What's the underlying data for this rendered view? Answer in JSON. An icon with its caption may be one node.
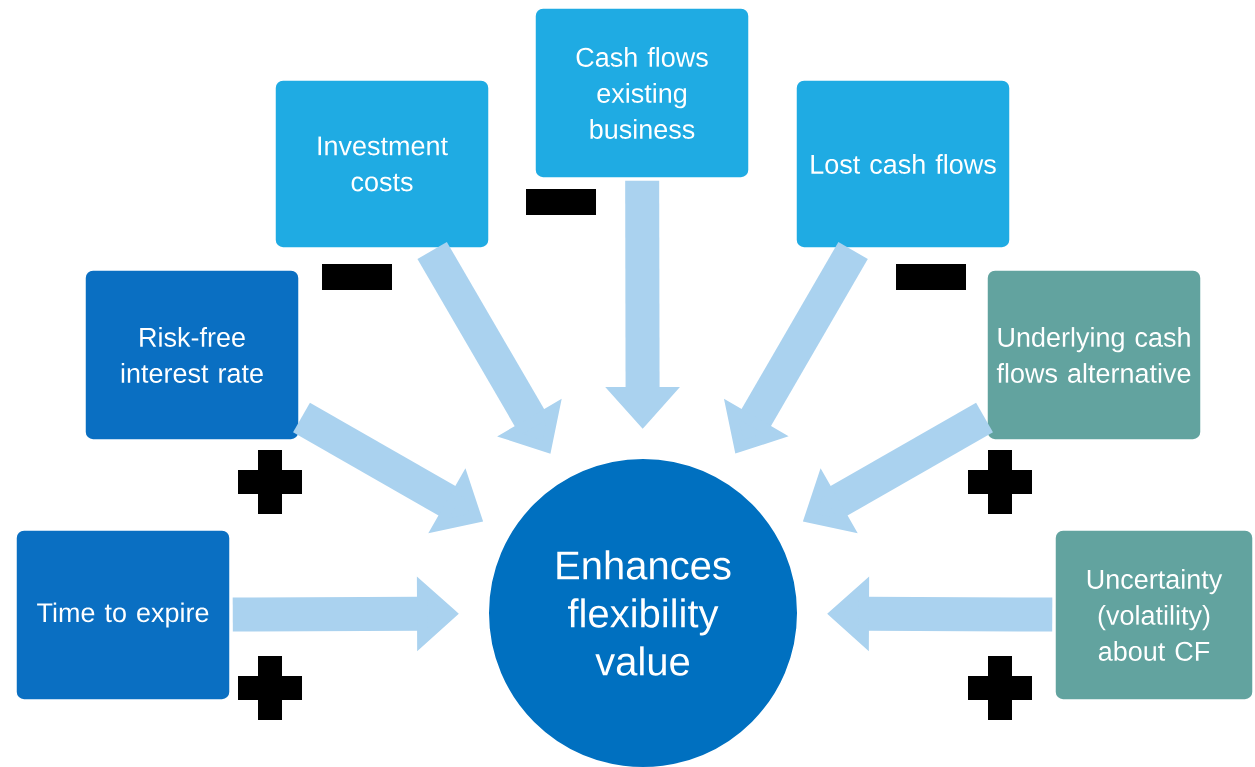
{
  "diagram": {
    "nodes": [
      {
        "text": [
          "Time to expire"
        ]
      },
      {
        "text": [
          "Risk-free interest rate"
        ]
      },
      {
        "text": [
          "Investment costs"
        ]
      },
      {
        "text": [
          "Cash flows existing business"
        ]
      },
      {
        "text": [
          "Lost cash flows"
        ]
      },
      {
        "text": [
          "Underlying cash flows alternative"
        ]
      },
      {
        "text": [
          "Uncertainty (volatility) about CF"
        ]
      },
      {
        "text": [
          "Enhances flexibility value"
        ]
      }
    ],
    "edges": [
      {
        "from": 0,
        "to": 7,
        "arrow": "to"
      },
      {
        "from": 1,
        "to": 7,
        "arrow": "to"
      },
      {
        "from": 2,
        "to": 7,
        "arrow": "to"
      },
      {
        "from": 3,
        "to": 7,
        "arrow": "to"
      },
      {
        "from": 4,
        "to": 7,
        "arrow": "to"
      },
      {
        "from": 5,
        "to": 7,
        "arrow": "to"
      },
      {
        "from": 6,
        "to": 7,
        "arrow": "to"
      }
    ]
  }
}
